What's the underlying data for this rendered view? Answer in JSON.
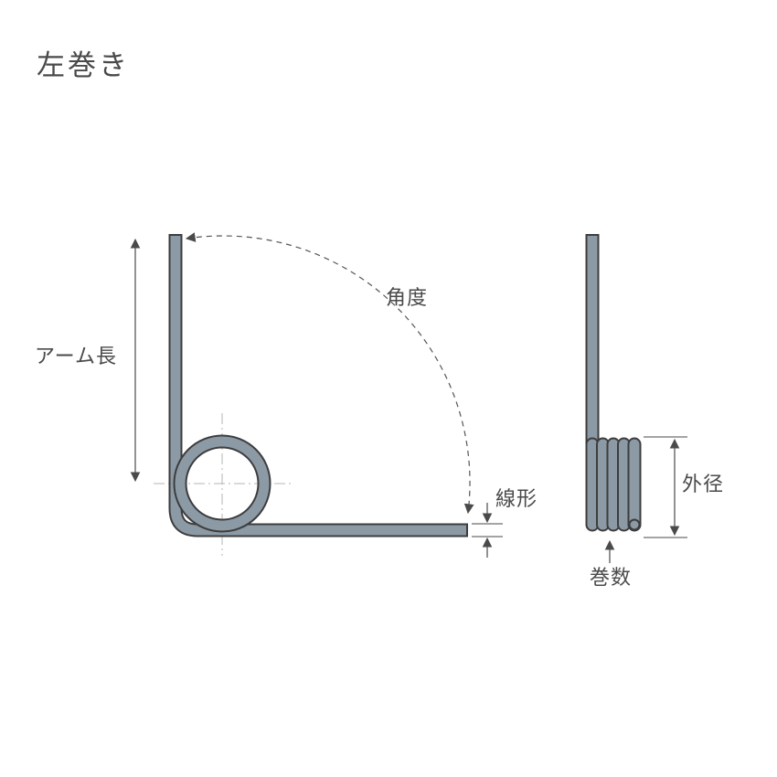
{
  "title": "左巻き",
  "colors": {
    "background": "#FFFFFF",
    "spring_fill": "#8C9AA6",
    "spring_outline": "#3D3D3D",
    "text": "#4A4A4A",
    "dimension_line": "#4A4A4A",
    "centerline": "#B5B5B5",
    "arc": "#555555"
  },
  "labels": {
    "arm_length": "アーム長",
    "angle": "角度",
    "wire_diameter": "線形",
    "outer_diameter": "外径",
    "coil_count": "巻数"
  }
}
